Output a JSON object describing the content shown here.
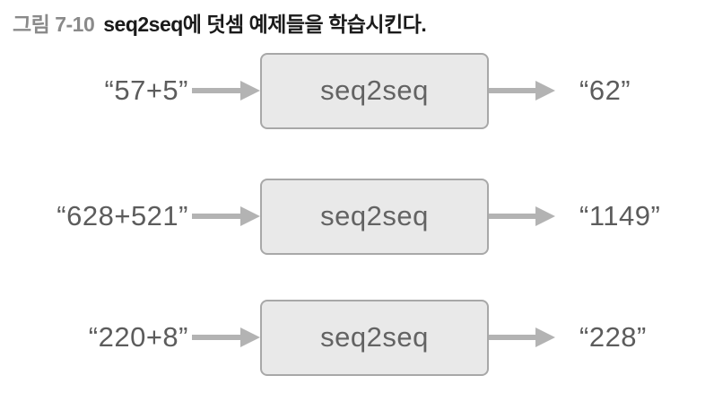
{
  "figure": {
    "label": "그림 7-10",
    "caption": "seq2seq에 덧셈 예제들을 학습시킨다."
  },
  "diagram": {
    "box_color": "#e9e9e9",
    "box_border_color": "#a8a8a8",
    "arrow_color": "#b3b3b3",
    "text_color": "#5c5c5c",
    "rows": [
      {
        "input": "“57+5”",
        "box_label": "seq2seq",
        "output": "“62”"
      },
      {
        "input": "“628+521”",
        "box_label": "seq2seq",
        "output": "“1149”"
      },
      {
        "input": "“220+8”",
        "box_label": "seq2seq",
        "output": "“228”"
      }
    ]
  }
}
